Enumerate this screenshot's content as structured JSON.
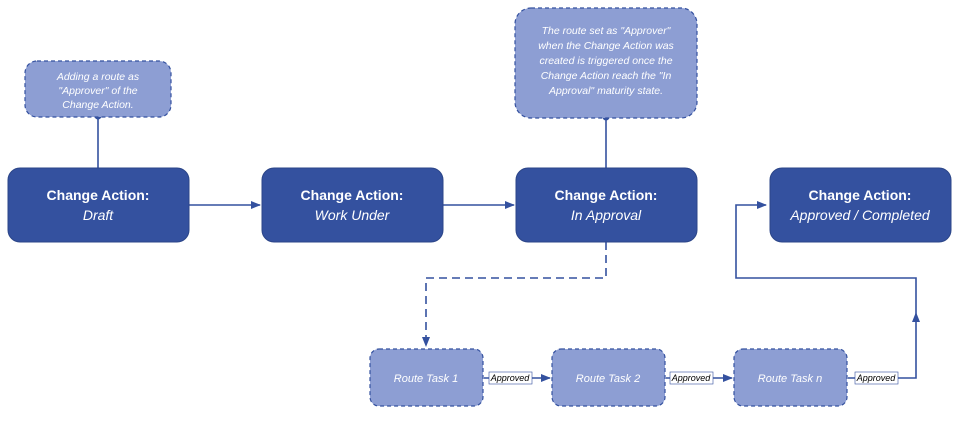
{
  "stages": [
    {
      "title": "Change Action:",
      "state": "Draft"
    },
    {
      "title": "Change Action:",
      "state": "Work Under"
    },
    {
      "title": "Change Action:",
      "state": "In Approval"
    },
    {
      "title": "Change Action:",
      "state": "Approved / Completed"
    }
  ],
  "notes": [
    {
      "lines": [
        "Adding a route as",
        "\"Approver\" of the",
        "Change Action."
      ]
    },
    {
      "lines": [
        "The route set as \"Approver\"",
        "when the Change Action was",
        "created is triggered once the",
        "Change Action reach the \"In",
        "Approval\" maturity state."
      ]
    }
  ],
  "tasks": [
    "Route Task 1",
    "Route Task 2",
    "Route Task n"
  ],
  "transition_labels": [
    "Approved",
    "Approved",
    "Approved"
  ]
}
